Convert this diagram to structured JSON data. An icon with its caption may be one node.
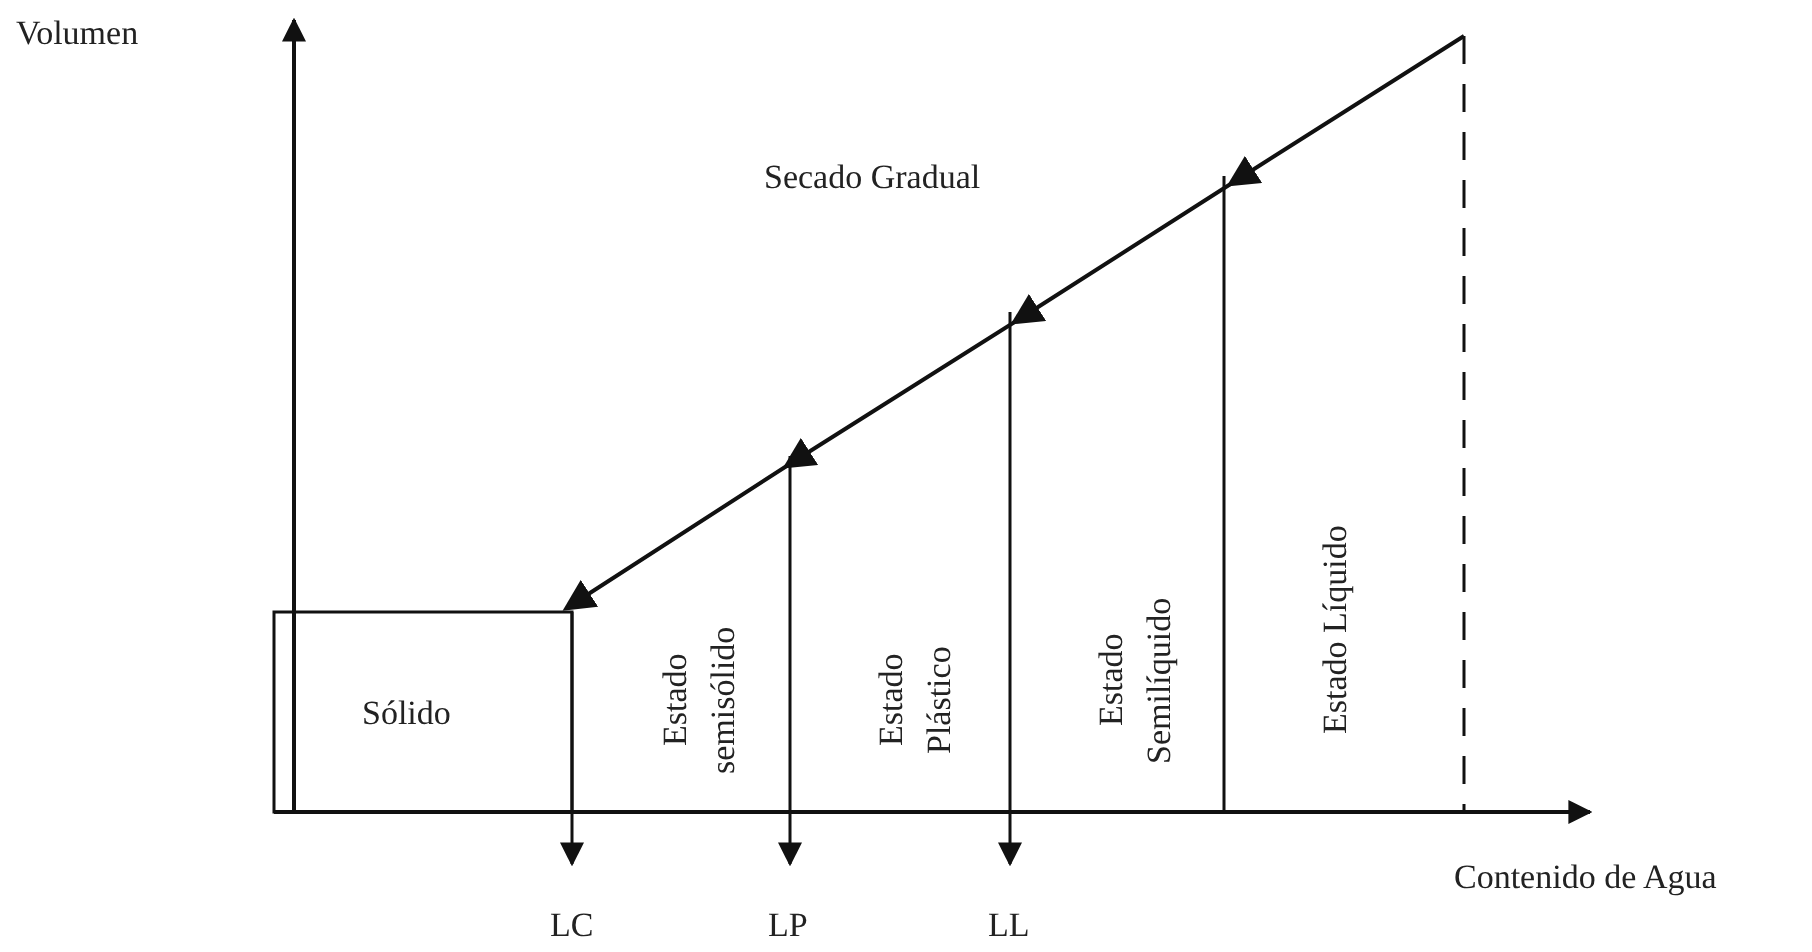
{
  "diagram": {
    "labels": [
      "Volumen",
      "Secado Gradual",
      "Sólido",
      "Estado semisólido",
      "Estado Plástico",
      "Estado Semilíquido",
      "Estado Líquido",
      "Contenido de Agua",
      "LC",
      "LP",
      "LL"
    ]
  }
}
